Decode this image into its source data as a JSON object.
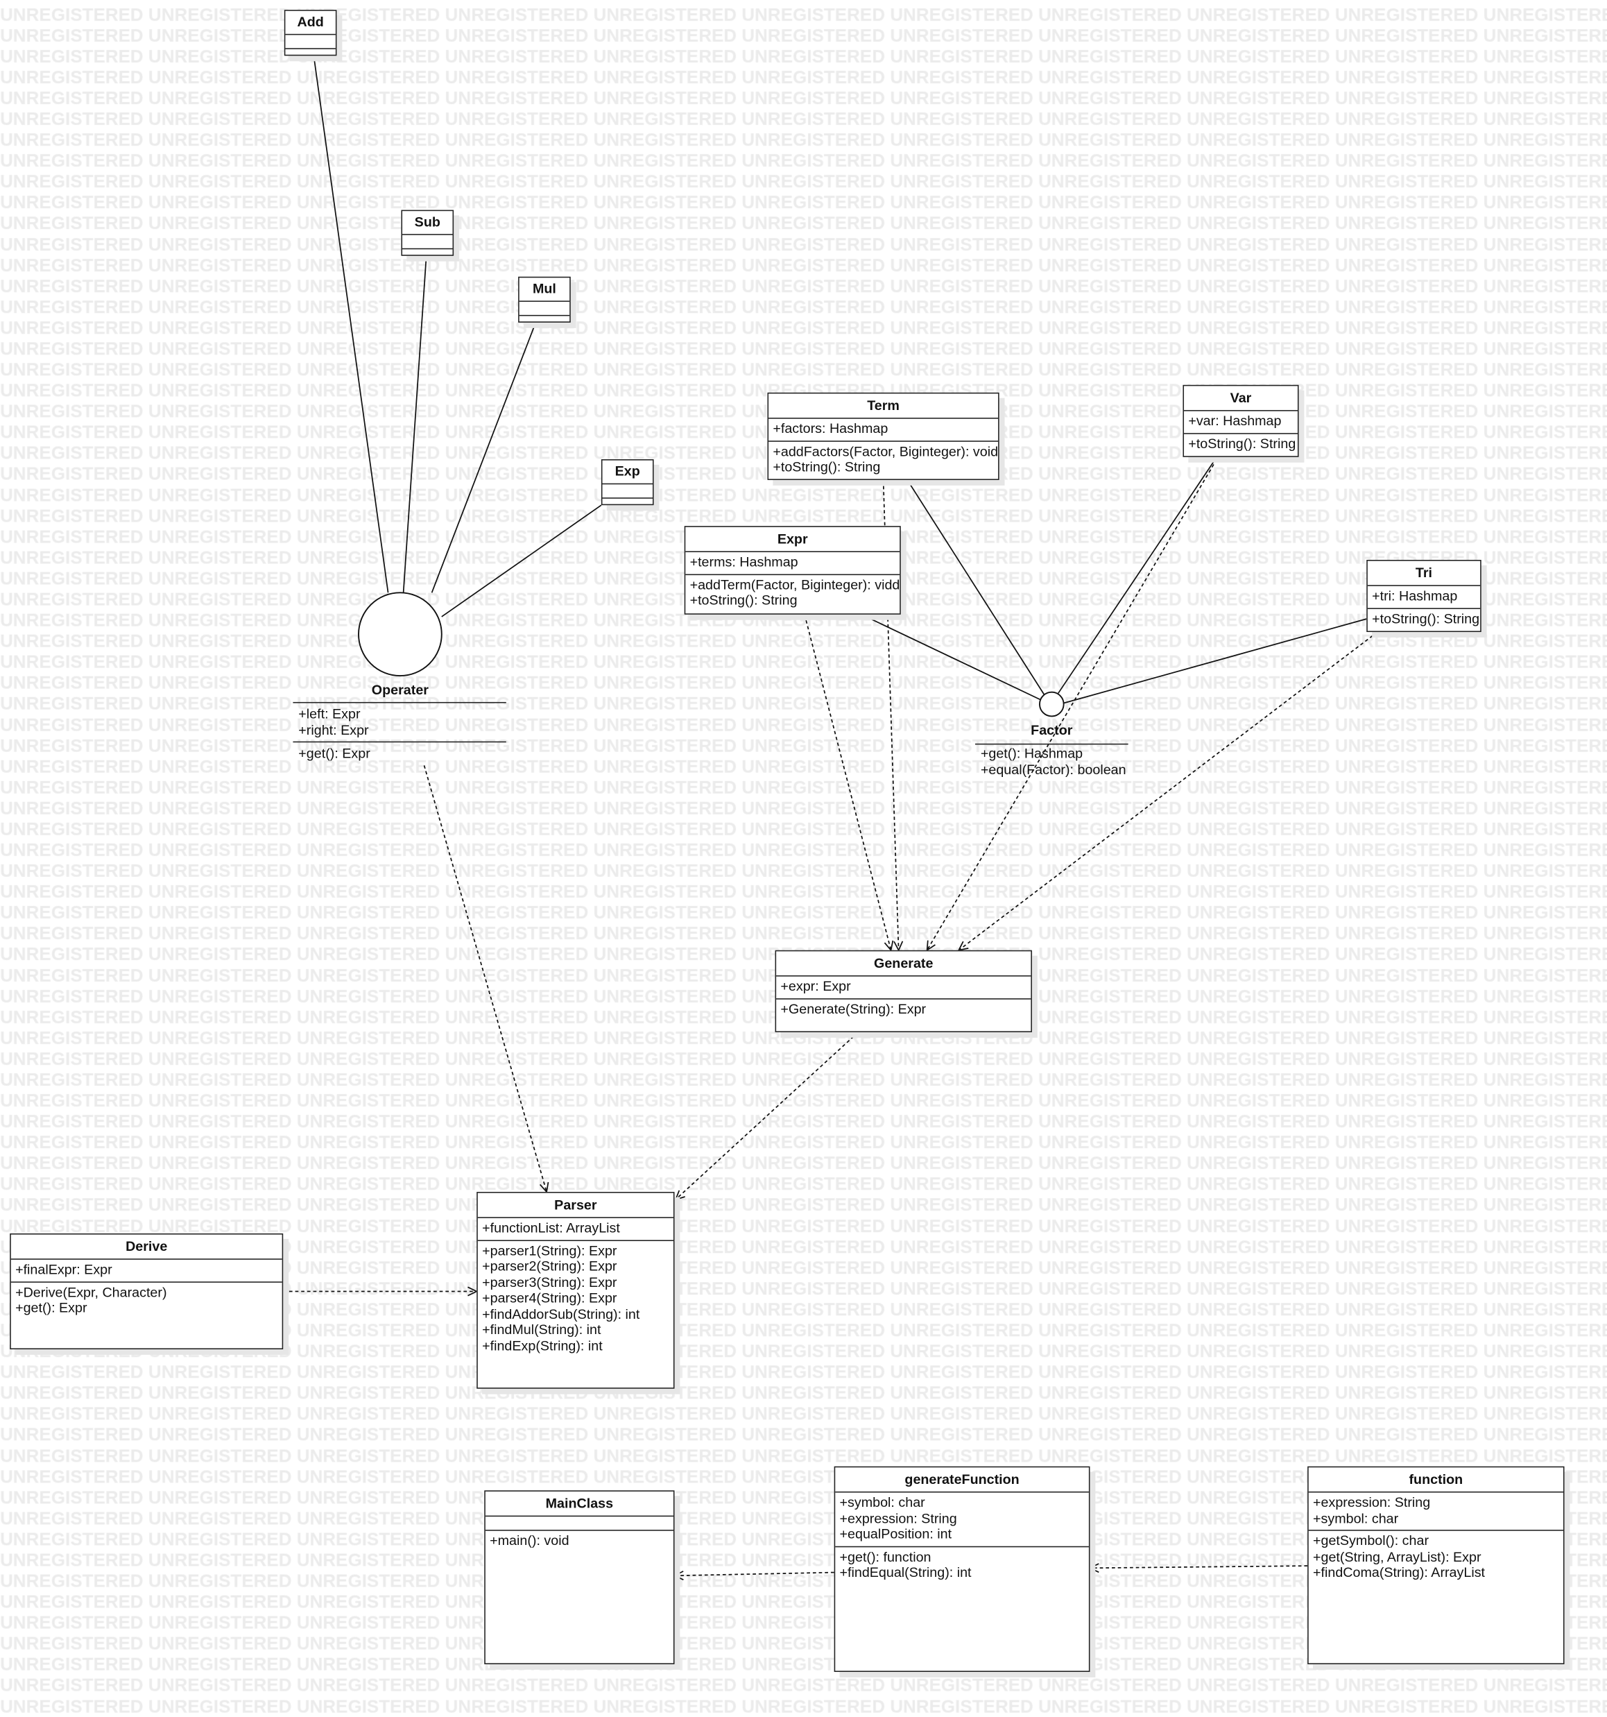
{
  "watermark": "UNREGISTERED",
  "classes": [
    {
      "id": "add",
      "name": "Add",
      "attributes": [],
      "methods": []
    },
    {
      "id": "sub",
      "name": "Sub",
      "attributes": [],
      "methods": []
    },
    {
      "id": "mul",
      "name": "Mul",
      "attributes": [],
      "methods": []
    },
    {
      "id": "exp",
      "name": "Exp",
      "attributes": [],
      "methods": []
    },
    {
      "id": "term",
      "name": "Term",
      "attributes": [
        "+factors: Hashmap"
      ],
      "methods": [
        "+addFactors(Factor, Biginteger): void",
        "+toString(): String"
      ]
    },
    {
      "id": "var",
      "name": "Var",
      "attributes": [
        "+var: Hashmap"
      ],
      "methods": [
        "+toString(): String"
      ]
    },
    {
      "id": "expr",
      "name": "Expr",
      "attributes": [
        "+terms: Hashmap"
      ],
      "methods": [
        "+addTerm(Factor, Biginteger): vidd",
        "+toString(): String"
      ]
    },
    {
      "id": "tri",
      "name": "Tri",
      "attributes": [
        "+tri: Hashmap"
      ],
      "methods": [
        "+toString(): String"
      ]
    },
    {
      "id": "generate",
      "name": "Generate",
      "attributes": [
        "+expr: Expr"
      ],
      "methods": [
        "+Generate(String): Expr"
      ]
    },
    {
      "id": "parser",
      "name": "Parser",
      "attributes": [
        "+functionList: ArrayList"
      ],
      "methods": [
        "+parser1(String): Expr",
        "+parser2(String): Expr",
        "+parser3(String): Expr",
        "+parser4(String): Expr",
        "+findAddorSub(String): int",
        "+findMul(String): int",
        "+findExp(String): int"
      ]
    },
    {
      "id": "derive",
      "name": "Derive",
      "attributes": [
        "+finalExpr: Expr"
      ],
      "methods": [
        "+Derive(Expr, Character)",
        "+get(): Expr"
      ]
    },
    {
      "id": "mainclass",
      "name": "MainClass",
      "attributes": [],
      "methods": [
        "+main(): void"
      ]
    },
    {
      "id": "generatefunction",
      "name": "generateFunction",
      "attributes": [
        "+symbol: char",
        "+expression: String",
        "+equalPosition: int"
      ],
      "methods": [
        "+get(): function",
        "+findEqual(String): int"
      ]
    },
    {
      "id": "function",
      "name": "function",
      "attributes": [
        "+expression: String",
        "+symbol: char"
      ],
      "methods": [
        "+getSymbol(): char",
        "+get(String, ArrayList): Expr",
        "+findComa(String): ArrayList"
      ]
    }
  ],
  "interfaces": [
    {
      "id": "operater",
      "name": "Operater",
      "attributes": [
        "+left: Expr",
        "+right: Expr"
      ],
      "methods": [
        "+get(): Expr"
      ]
    },
    {
      "id": "factor",
      "name": "Factor",
      "attributes": [],
      "methods": [
        "+get(): Hashmap",
        "+equal(Factor): boolean"
      ]
    }
  ]
}
